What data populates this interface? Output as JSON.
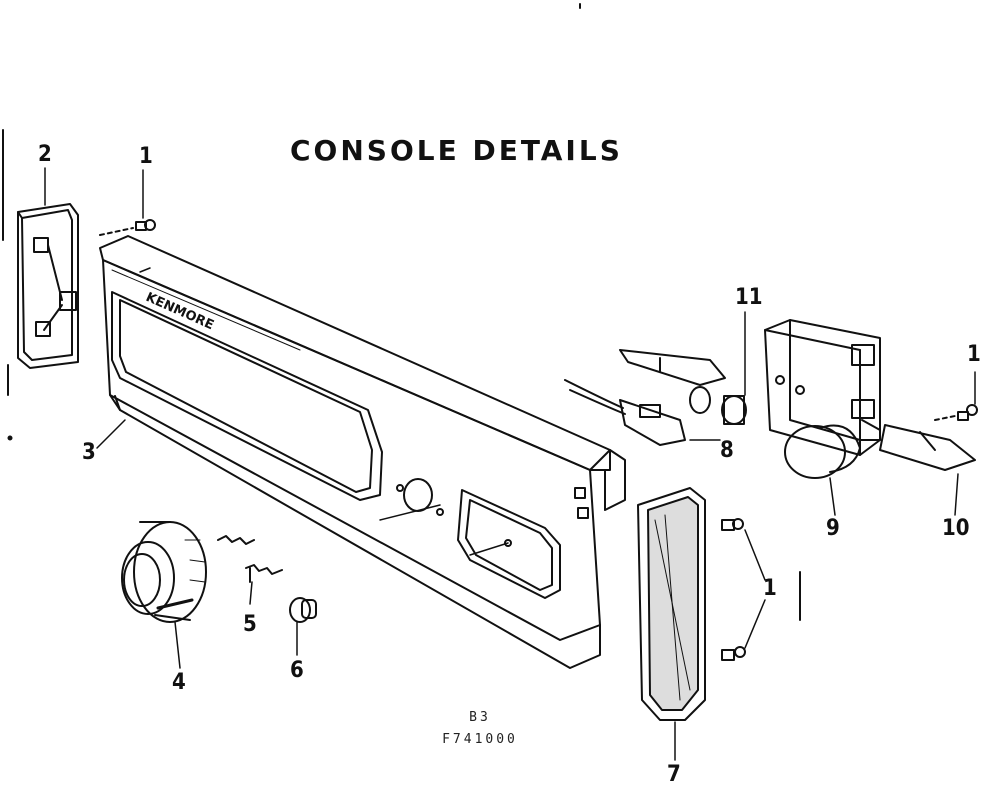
{
  "title": "CONSOLE DETAILS",
  "brand_text": "KENMORE",
  "callouts": {
    "c1a": "1",
    "c1b": "1",
    "c1c": "1",
    "c2": "2",
    "c3": "3",
    "c4": "4",
    "c5": "5",
    "c6": "6",
    "c7": "7",
    "c8": "8",
    "c9": "9",
    "c10": "10",
    "c11": "11"
  },
  "footer": {
    "line1": "B3",
    "line2": "F741000"
  }
}
